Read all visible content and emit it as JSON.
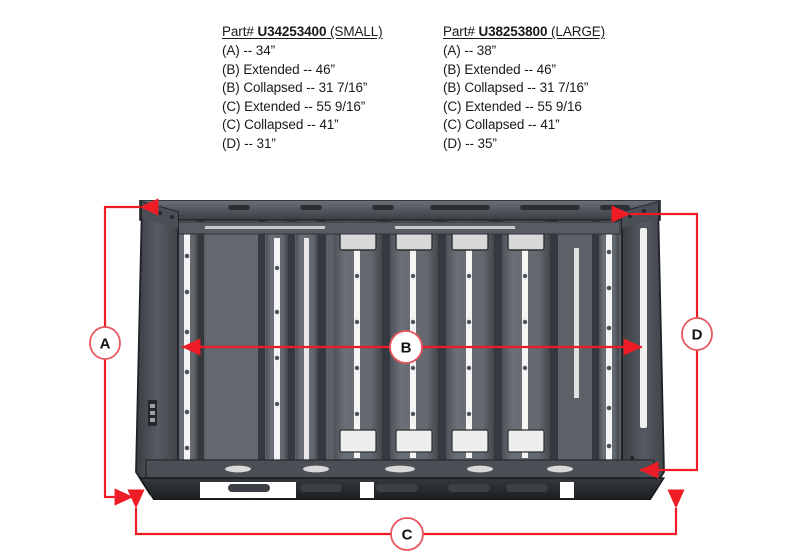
{
  "specs": {
    "columns": [
      {
        "part_prefix": "Part#",
        "part_number": "U34253400",
        "size_label": "(SMALL)",
        "lines": [
          "(A) -- 34”",
          "(B) Extended -- 46”",
          "(B) Collapsed -- 31 7/16”",
          "(C) Extended -- 55 9/16”",
          "(C) Collapsed -- 41”",
          "(D) -- 31”"
        ]
      },
      {
        "part_prefix": "Part#",
        "part_number": "U38253800",
        "size_label": "(LARGE)",
        "lines": [
          "(A) -- 38”",
          "(B) Extended -- 46”",
          "(B) Collapsed -- 31 7/16”",
          "(C) Extended -- 55 9/16",
          "(C) Collapsed -- 41”",
          "(D) -- 35”"
        ]
      }
    ]
  },
  "diagram": {
    "markers": [
      {
        "id": "A",
        "label": "A",
        "meaning": "height-left-dimension"
      },
      {
        "id": "B",
        "label": "B",
        "meaning": "inner-width-dimension"
      },
      {
        "id": "C",
        "label": "C",
        "meaning": "overall-length-dimension"
      },
      {
        "id": "D",
        "label": "D",
        "meaning": "height-right-dimension"
      }
    ],
    "colors": {
      "dimension_line": "#ee1c25",
      "marker_stroke": "#e8565f",
      "marker_fill": "#ffffff",
      "body_dark": "#3b3f44",
      "body_mid": "#5a5f65",
      "body_light": "#6e747b",
      "body_shadow": "#1c1f22",
      "slot_light": "#f2f2f2"
    }
  }
}
